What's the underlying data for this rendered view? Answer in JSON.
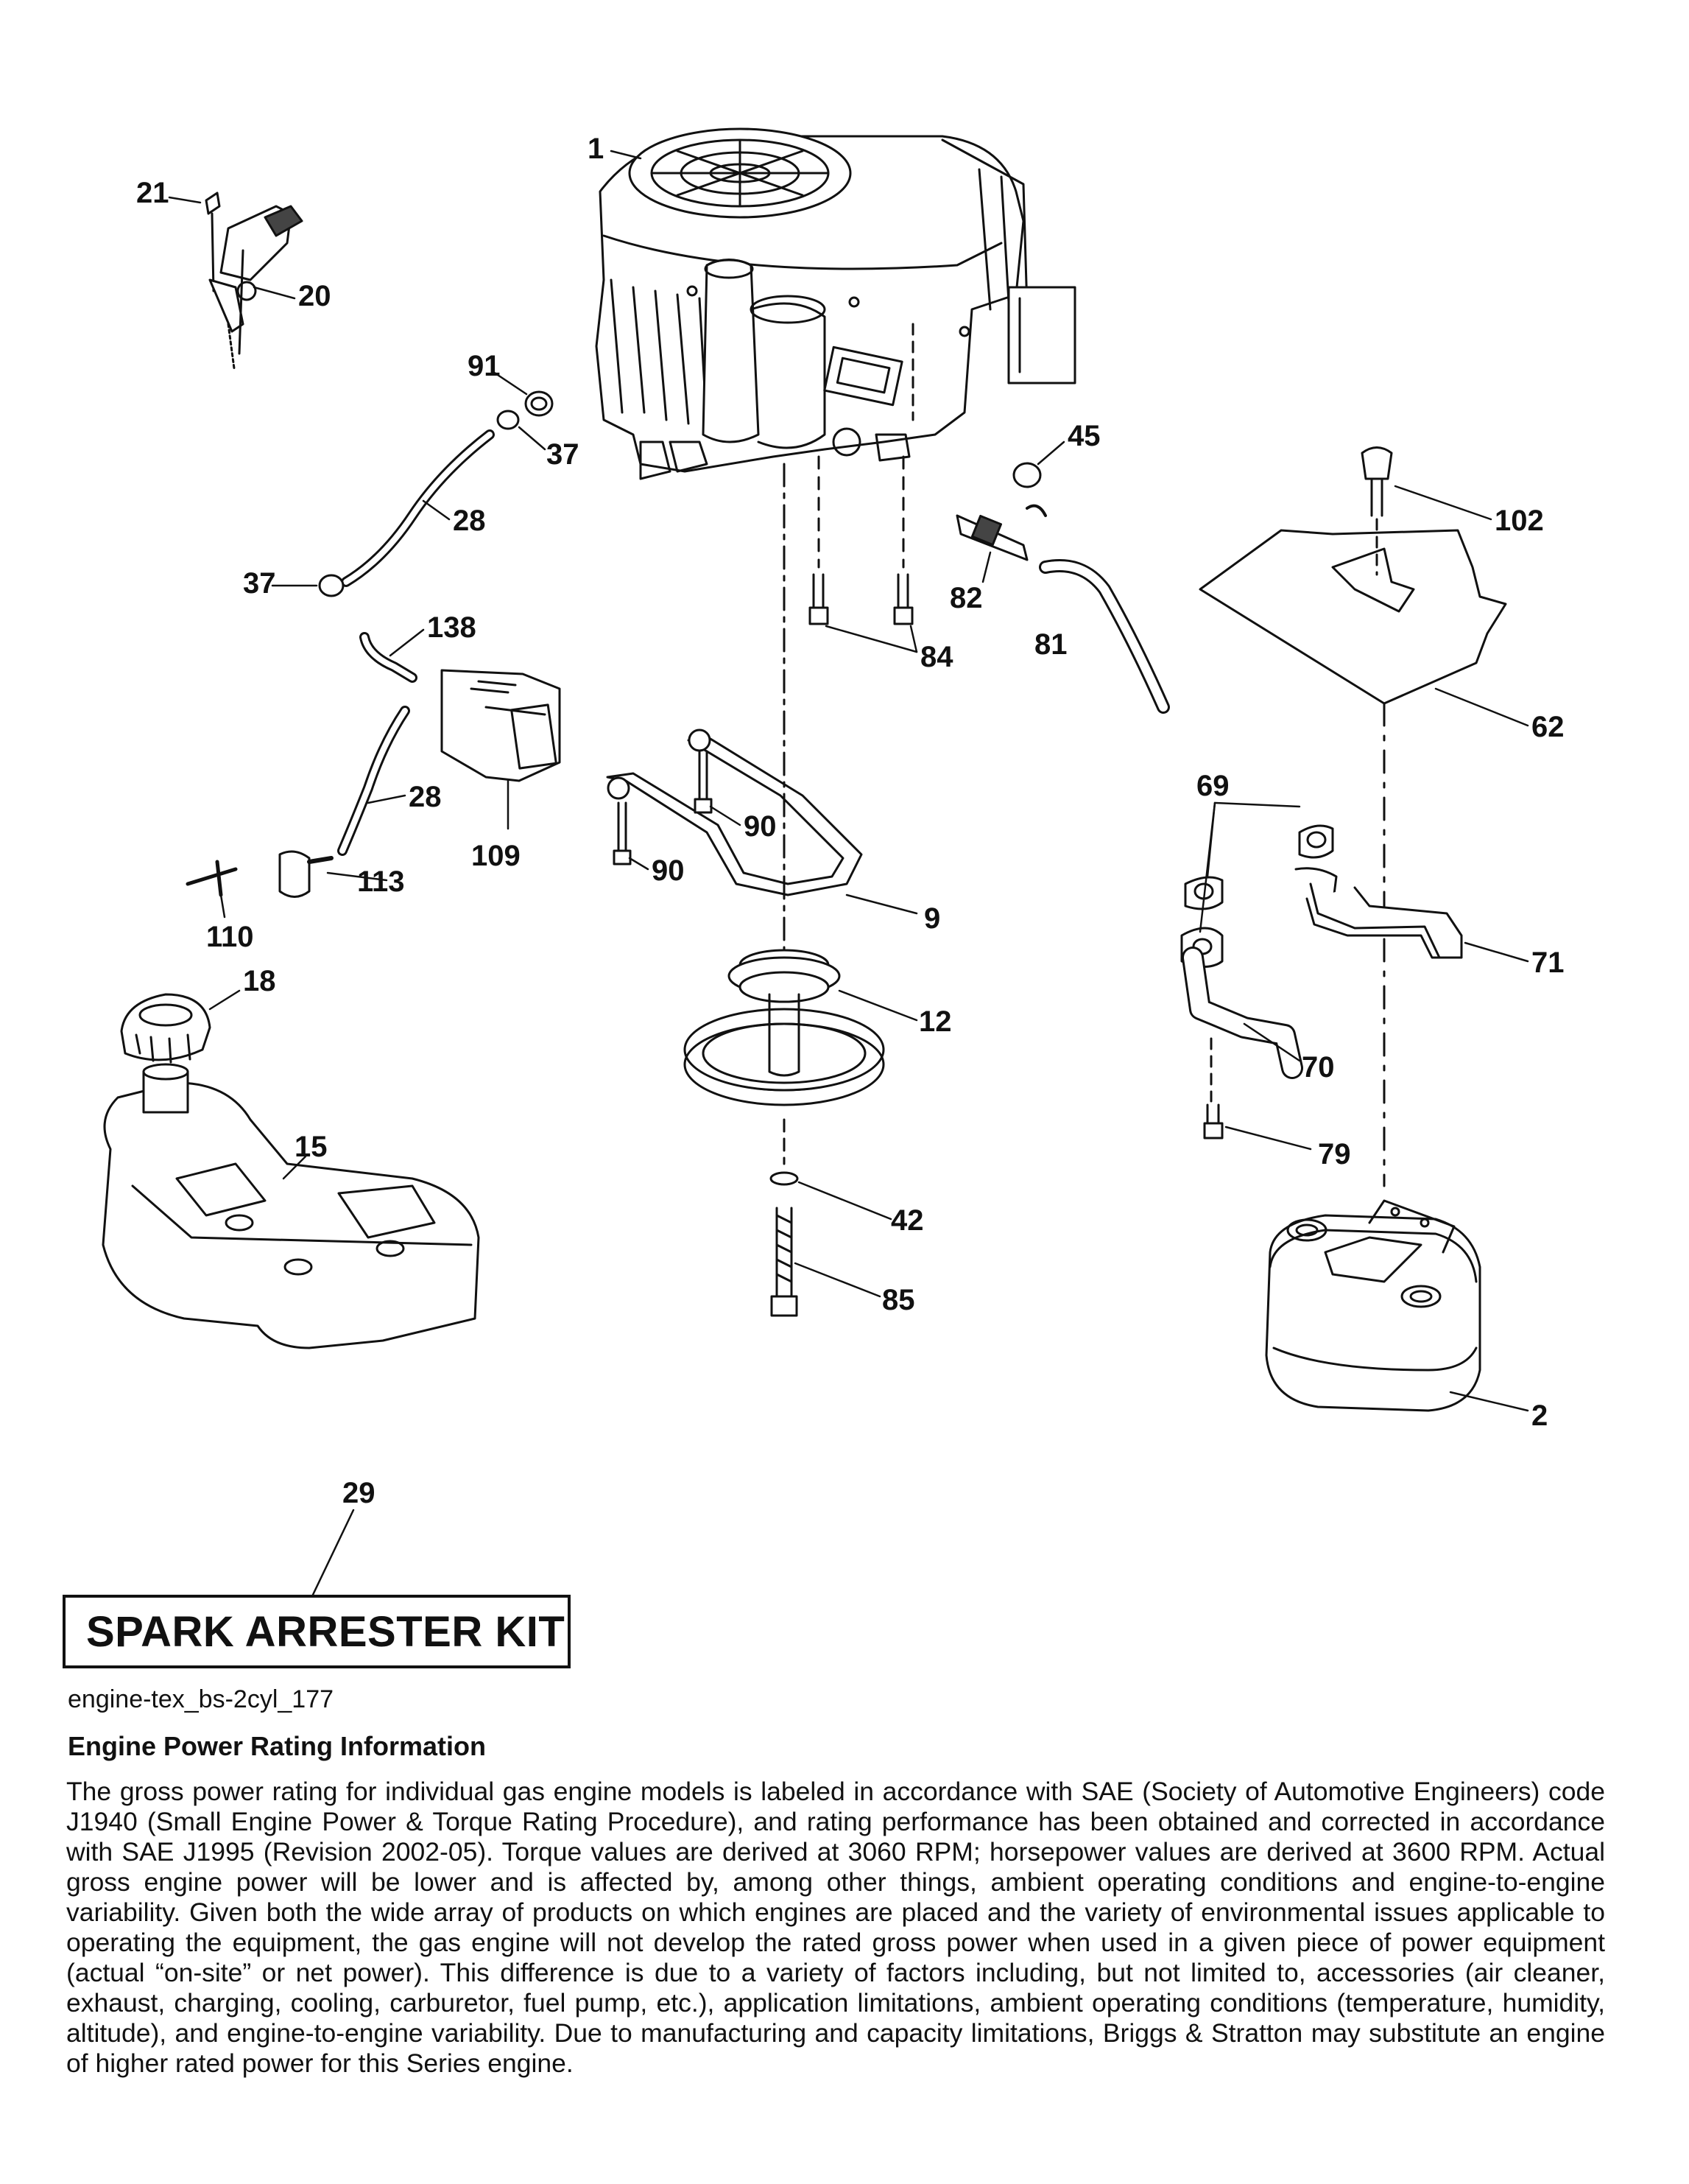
{
  "diagram": {
    "part_numbers": [
      "1",
      "21",
      "20",
      "91",
      "37",
      "28",
      "37",
      "138",
      "109",
      "28",
      "110",
      "113",
      "18",
      "15",
      "45",
      "82",
      "84",
      "81",
      "90",
      "90",
      "9",
      "12",
      "42",
      "85",
      "102",
      "62",
      "69",
      "71",
      "70",
      "79",
      "2",
      "29"
    ]
  },
  "kit_label": "SPARK ARRESTER KIT",
  "file_id": "engine-tex_bs-2cyl_177",
  "section": {
    "heading": "Engine Power Rating Information",
    "body": "The gross power rating for individual gas engine models is labeled in accordance with SAE (Society of Automotive Engineers) code J1940 (Small Engine Power & Torque Rating Procedure), and rating performance has been obtained and corrected in accordance with SAE J1995 (Revision 2002-05). Torque values are derived at 3060 RPM; horsepower values are derived at 3600 RPM. Actual gross engine power will be lower and is affected by, among other things, ambient operating conditions and engine-to-engine variability. Given both the wide array of products on which engines are placed and the variety of environmental issues applicable to operating the equipment, the gas engine will not develop the rated gross power when used in a given piece of power equipment (actual “on-site” or net power). This difference is due to a variety of factors including, but not limited to, accessories (air cleaner, exhaust, charging, cooling, carburetor, fuel pump, etc.), application limitations, ambient operating conditions (temperature, humidity, altitude), and engine-to-engine variability. Due to manufacturing and capacity limitations, Briggs & Stratton may substitute an engine of higher rated power for this Series engine."
  }
}
